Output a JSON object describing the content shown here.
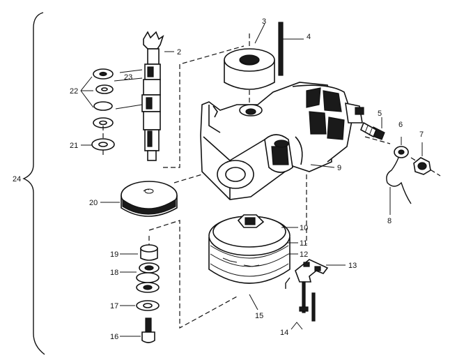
{
  "callouts": [
    {
      "id": "c2",
      "text": "2"
    },
    {
      "id": "c3",
      "text": "3"
    },
    {
      "id": "c4",
      "text": "4"
    },
    {
      "id": "c5",
      "text": "5"
    },
    {
      "id": "c6",
      "text": "6"
    },
    {
      "id": "c7",
      "text": "7"
    },
    {
      "id": "c8",
      "text": "8"
    },
    {
      "id": "c9",
      "text": "9"
    },
    {
      "id": "c10",
      "text": "10"
    },
    {
      "id": "c11",
      "text": "11"
    },
    {
      "id": "c12",
      "text": "12"
    },
    {
      "id": "c13",
      "text": "13"
    },
    {
      "id": "c14",
      "text": "14"
    },
    {
      "id": "c15",
      "text": "15"
    },
    {
      "id": "c16",
      "text": "16"
    },
    {
      "id": "c17",
      "text": "17"
    },
    {
      "id": "c18",
      "text": "18"
    },
    {
      "id": "c19",
      "text": "19"
    },
    {
      "id": "c20",
      "text": "20"
    },
    {
      "id": "c21",
      "text": "21"
    },
    {
      "id": "c22",
      "text": "22"
    },
    {
      "id": "c23",
      "text": "23"
    },
    {
      "id": "c24",
      "text": "24"
    }
  ]
}
